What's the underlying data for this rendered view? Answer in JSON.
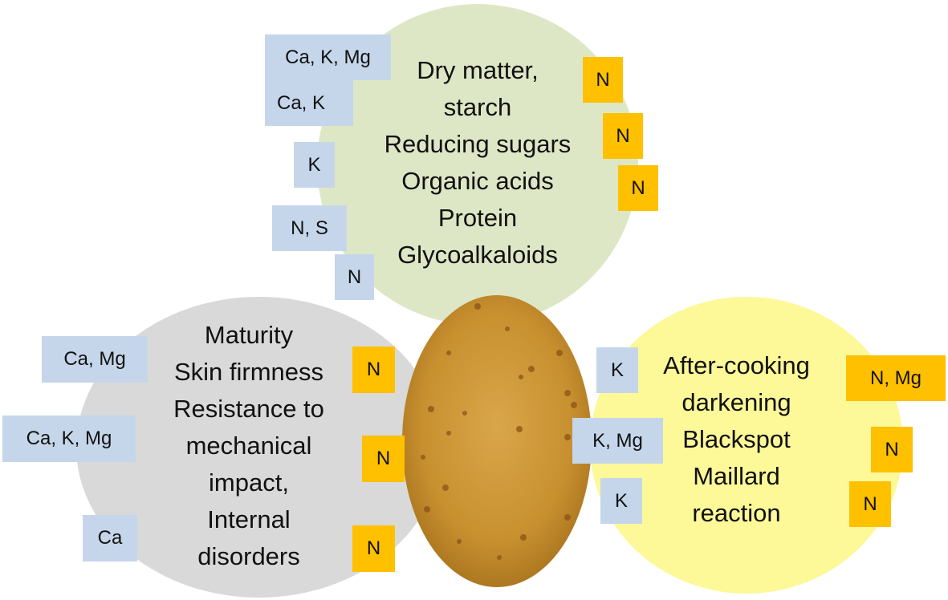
{
  "diagram": {
    "center_image": "potato-tuber",
    "colors": {
      "blue_tag": "#c5d6ea",
      "orange_tag": "#ffc000",
      "green_circle": "#dde7c6",
      "gray_circle": "#d9d9d9",
      "yellow_circle": "#fdf898"
    },
    "top_group": {
      "lines": [
        "Dry matter,",
        "starch",
        "Reducing sugars",
        "Organic acids",
        "Protein",
        "Glycoalkaloids"
      ],
      "blue_tags": [
        "Ca, K, Mg",
        "Ca, K",
        "K",
        "N, S",
        "N"
      ],
      "orange_tags": [
        "N",
        "N",
        "N"
      ]
    },
    "left_group": {
      "lines": [
        "Maturity",
        "Skin firmness",
        "Resistance to",
        "mechanical",
        "impact,",
        "Internal",
        "disorders"
      ],
      "blue_tags": [
        "Ca, Mg",
        "Ca, K, Mg",
        "Ca"
      ],
      "orange_tags": [
        "N",
        "N",
        "N"
      ]
    },
    "right_group": {
      "lines": [
        "After-cooking",
        "darkening",
        "Blackspot",
        "Maillard",
        "reaction"
      ],
      "blue_tags": [
        "K",
        "K, Mg",
        "K"
      ],
      "orange_tags": [
        "N, Mg",
        "N",
        "N"
      ]
    }
  }
}
